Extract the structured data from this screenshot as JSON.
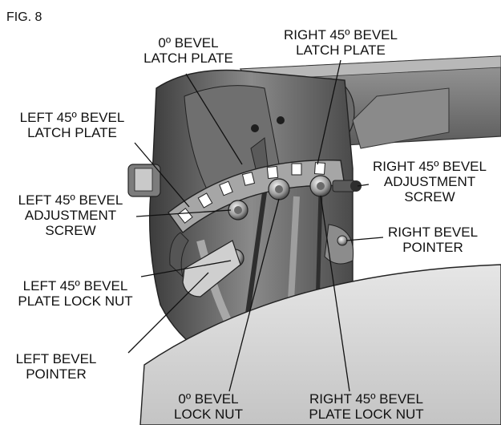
{
  "figure": {
    "label": "FIG. 8"
  },
  "labels": {
    "bevel0_latch_plate": {
      "line1": "0º BEVEL",
      "line2": "LATCH PLATE"
    },
    "right45_latch_plate": {
      "line1": "RIGHT 45º BEVEL",
      "line2": "LATCH PLATE"
    },
    "left45_latch_plate": {
      "line1": "LEFT 45º BEVEL",
      "line2": "LATCH PLATE"
    },
    "right45_adjustment_screw": {
      "line1": "RIGHT 45º BEVEL",
      "line2": "ADJUSTMENT",
      "line3": "SCREW"
    },
    "left45_adjustment_screw": {
      "line1": "LEFT 45º BEVEL",
      "line2": "ADJUSTMENT",
      "line3": "SCREW"
    },
    "right_bevel_pointer": {
      "line1": "RIGHT BEVEL",
      "line2": "POINTER"
    },
    "left45_plate_lock_nut": {
      "line1": "LEFT 45º BEVEL",
      "line2": "PLATE LOCK NUT"
    },
    "left_bevel_pointer": {
      "line1": "LEFT BEVEL",
      "line2": "POINTER"
    },
    "bevel0_lock_nut": {
      "line1": "0º BEVEL",
      "line2": "LOCK NUT"
    },
    "right45_plate_lock_nut": {
      "line1": "RIGHT 45º BEVEL",
      "line2": "PLATE LOCK NUT"
    }
  },
  "colors": {
    "casting_dark": "#4a4a4a",
    "casting_mid": "#7a7a7a",
    "casting_light": "#b5b5b5",
    "table_surface": "#d8d8d8",
    "leader_line": "#111111"
  }
}
